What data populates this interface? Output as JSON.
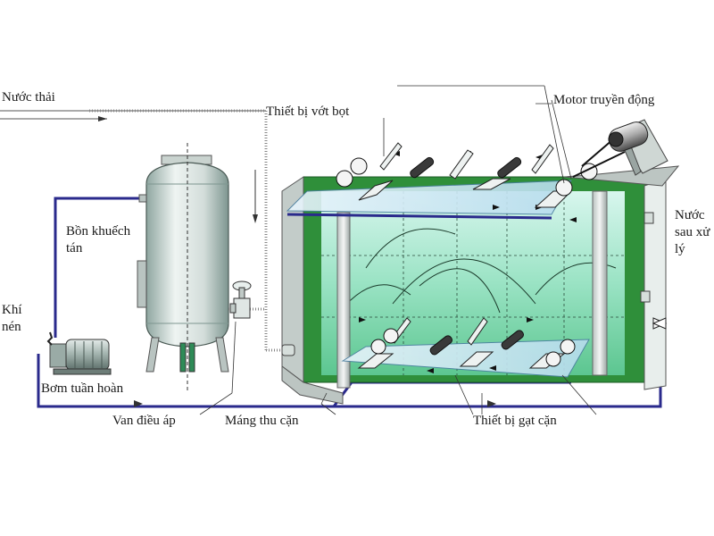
{
  "labels": {
    "waste_water": "Nước thải",
    "foam_skimmer": "Thiết bị vớt bọt",
    "drive_motor": "Motor truyền động",
    "diffusion_tank": "Bồn khuếch tán",
    "compressed_air": "Khí nén",
    "treated_water": "Nước sau xử lý",
    "circulation_pump": "Bơm tuần hoàn",
    "pressure_valve": "Van điều áp",
    "sludge_channel": "Máng thu cặn",
    "sludge_scraper": "Thiết bị gạt cặn"
  },
  "colors": {
    "tank_wall": "#2f8f3a",
    "water": "#bfeee0",
    "water_deep": "#58c48e",
    "recirculation_pipe": "#2a2a8c",
    "steel": "#c9d3cf",
    "dark_steel": "#3a3a3a"
  }
}
